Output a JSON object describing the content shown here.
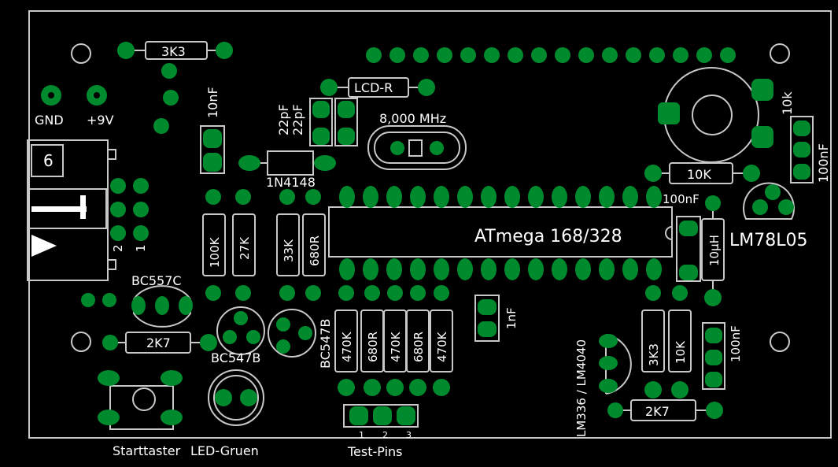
{
  "colors": {
    "background": "#000000",
    "outline": "#c8c8c8",
    "pad": "#008a2e",
    "silk": "#ffffff"
  },
  "labels": {
    "gnd": "GND",
    "v9": "+9V",
    "r_3k3_top": "3K3",
    "c_10nf": "10nF",
    "connector_num": "6",
    "conn_pin2": "2",
    "conn_pin1": "1",
    "r_lcd": "LCD-R",
    "c_22pf_a": "22pF",
    "c_22pf_b": "22pF",
    "crystal": "8,000 MHz",
    "diode": "1N4148",
    "r_10k_top": "10K",
    "pot_10k": "10k",
    "c_100nf_right": "100nF",
    "c_100nf_mid": "100nF",
    "lm78l05": "LM78L05",
    "ic": "ATmega 168/328",
    "l_10uh": "10µH",
    "r_100k": "100K",
    "r_27k": "27K",
    "r_33k": "33K",
    "r_680r_a": "680R",
    "bc557c": "BC557C",
    "bc547b_a": "BC547B",
    "bc547b_b": "BC547B",
    "r_2k7_left": "2K7",
    "r_470k_1": "470K",
    "r_680r_1": "680R",
    "r_470k_2": "470K",
    "r_680r_2": "680R",
    "r_470k_3": "470K",
    "c_1nf": "1nF",
    "lm336": "LM336 / LM4040",
    "r_3k3_right": "3K3",
    "r_10k_right": "10K",
    "c_100nf_lower": "100nF",
    "r_2k7_right": "2K7",
    "starttaster": "Starttaster",
    "led": "LED-Gruen",
    "testpins": "Test-Pins",
    "tp1": "1",
    "tp2": "2",
    "tp3": "3"
  }
}
